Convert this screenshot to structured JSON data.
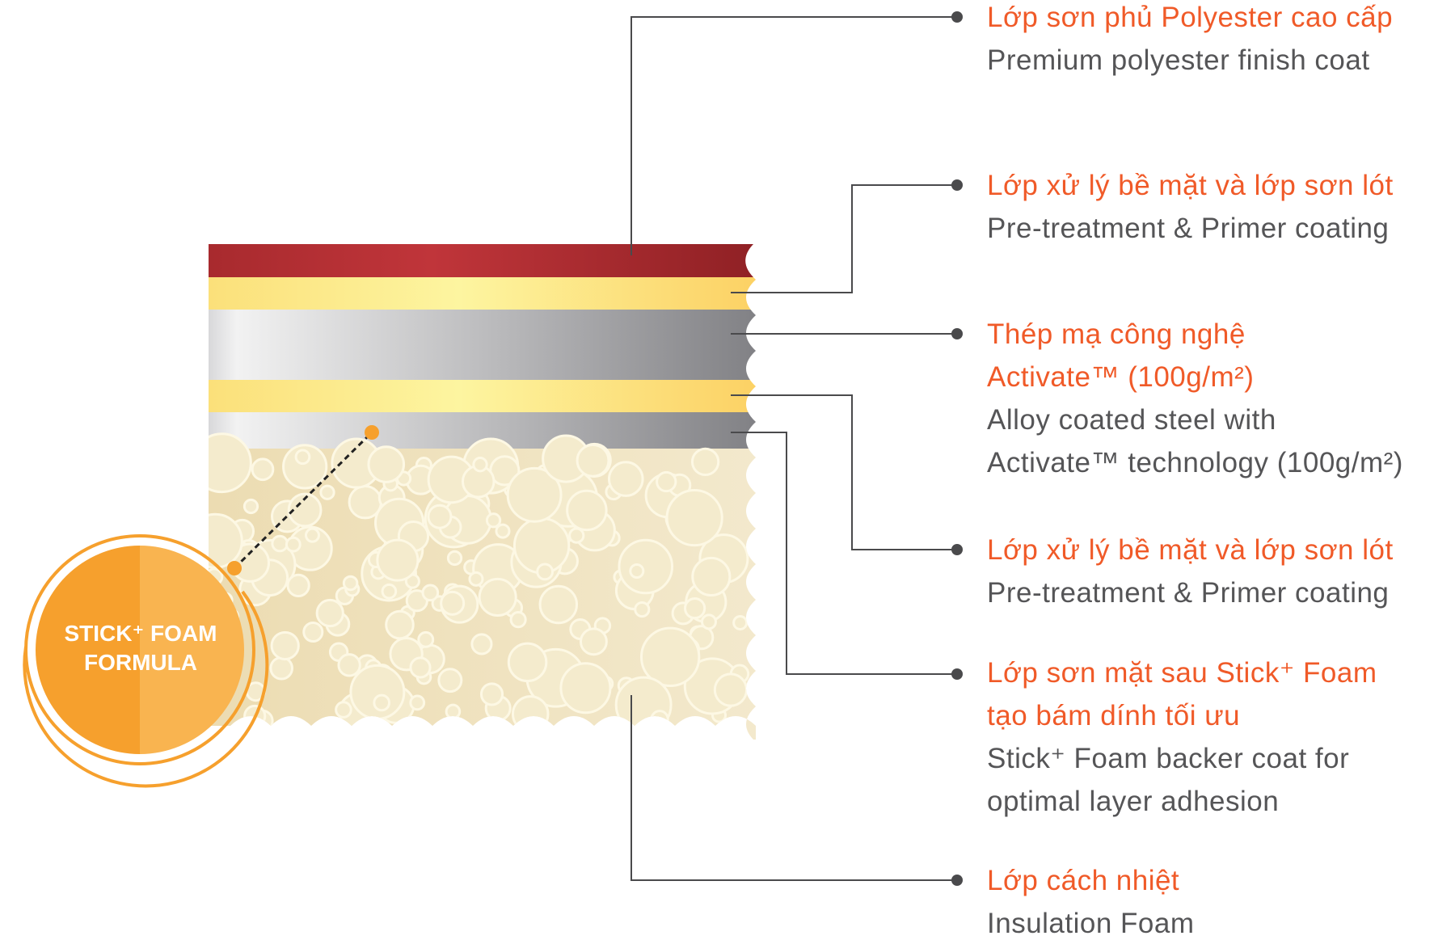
{
  "colors": {
    "accent": "#f05a28",
    "text": "#555557",
    "badge": "#f6a02d",
    "line": "#4a4a4c"
  },
  "badge": {
    "line1": "STICK⁺ FOAM",
    "line2": "FORMULA"
  },
  "layers": [
    {
      "vi": [
        "Lớp sơn phủ Polyester cao cấp"
      ],
      "en": [
        "Premium polyester finish coat"
      ]
    },
    {
      "vi": [
        "Lớp xử lý bề mặt và lớp sơn lót"
      ],
      "en": [
        "Pre-treatment & Primer coating"
      ]
    },
    {
      "vi": [
        "Thép mạ công nghệ",
        "Activate™ (100g/m²)"
      ],
      "en": [
        "Alloy coated steel with",
        "Activate™ technology (100g/m²)"
      ]
    },
    {
      "vi": [
        "Lớp xử lý bề mặt và lớp sơn lót"
      ],
      "en": [
        "Pre-treatment & Primer coating"
      ]
    },
    {
      "vi": [
        "Lớp sơn mặt sau Stick⁺ Foam",
        "tạo bám dính tối ưu"
      ],
      "en": [
        "Stick⁺ Foam backer coat for",
        "optimal layer adhesion"
      ]
    },
    {
      "vi": [
        "Lớp cách nhiệt"
      ],
      "en": [
        "Insulation Foam"
      ]
    }
  ]
}
